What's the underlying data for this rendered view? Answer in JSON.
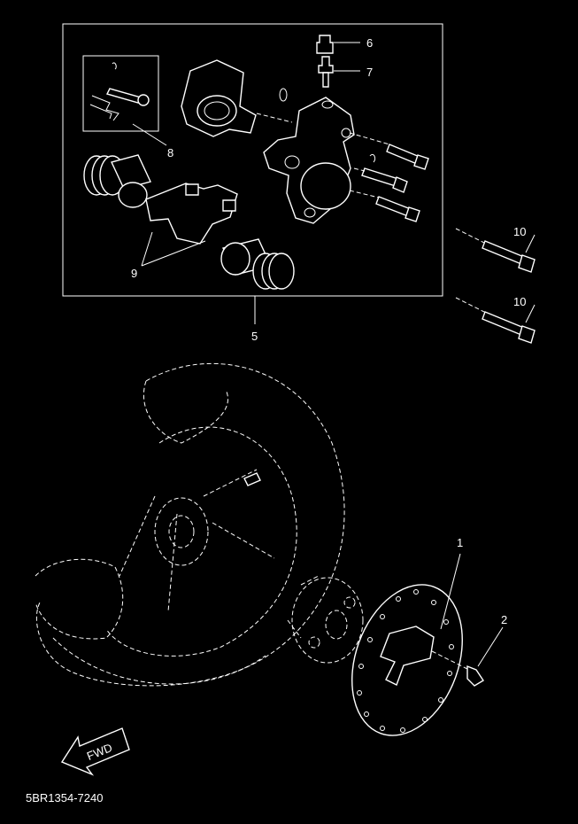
{
  "callouts": {
    "c1": "1",
    "c2": "2",
    "c5": "5",
    "c6": "6",
    "c7": "7",
    "c8": "8",
    "c9": "9",
    "c10a": "10",
    "c10b": "10"
  },
  "fwd_label": "FWD",
  "diagram_code": "5BR1354-7240",
  "colors": {
    "background": "#000000",
    "line": "#ffffff"
  }
}
